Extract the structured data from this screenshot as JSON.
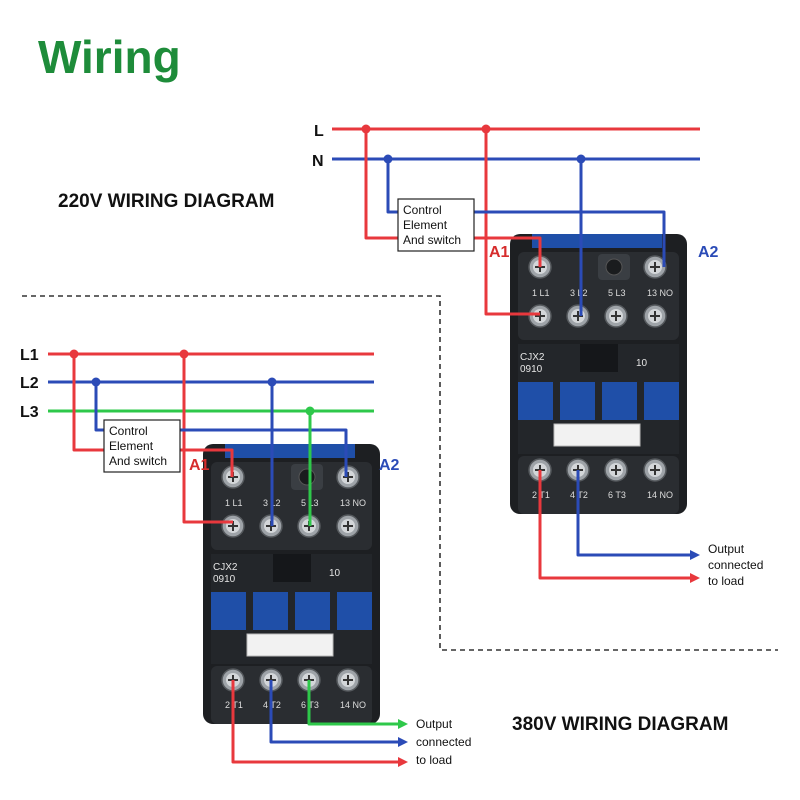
{
  "title": "Wiring",
  "diagram_220": {
    "heading": "220V WIRING DIAGRAM",
    "lines": [
      "L",
      "N"
    ],
    "control_box": [
      "Control",
      "Element",
      "And switch"
    ],
    "coil_a1": "A1",
    "coil_a2": "A2",
    "model": [
      "CJX2",
      "0910"
    ],
    "rating": "10",
    "top_terminals": [
      "1 L1",
      "3 L2",
      "5 L3",
      "13 NO"
    ],
    "bottom_terminals": [
      "2 T1",
      "4 T2",
      "6 T3",
      "14 NO"
    ],
    "output": [
      "Output",
      "connected",
      "to load"
    ]
  },
  "diagram_380": {
    "heading": "380V WIRING DIAGRAM",
    "lines": [
      "L1",
      "L2",
      "L3"
    ],
    "control_box": [
      "Control",
      "Element",
      "And switch"
    ],
    "coil_a1": "A1",
    "coil_a2": "A2",
    "model": [
      "CJX2",
      "0910"
    ],
    "rating": "10",
    "top_terminals": [
      "1 L1",
      "3 L2",
      "5 L3",
      "13 NO"
    ],
    "bottom_terminals": [
      "2 T1",
      "4 T2",
      "6 T3",
      "14 NO"
    ],
    "output": [
      "Output",
      "connected",
      "to load"
    ]
  },
  "colors": {
    "title": "#1e8c3a",
    "live": "#e8383d",
    "neutral": "#2b4bb7",
    "phase3": "#2ec84a",
    "coil_a1": "#d62c2c",
    "coil_a2": "#2b4bb7",
    "contactor_body": "#1d1f22",
    "contactor_blue": "#1f4fa8"
  }
}
